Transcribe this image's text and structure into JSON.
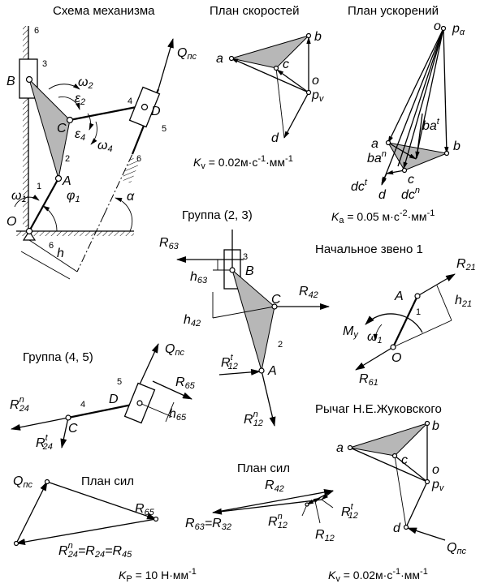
{
  "headings": {
    "mechanism": "Схема механизма",
    "velocity_plan": "План скоростей",
    "acceleration_plan": "План ускорений",
    "group_23": "Группа  (2, 3)",
    "initial_link": "Начальное звено 1",
    "group_45": "Группа (4, 5)",
    "zhukovsky_lever": "Рычаг Н.Е.Жуковского",
    "force_plan_left": "План сил",
    "force_plan_middle": "План сил"
  },
  "mechanism": {
    "labels": {
      "B": "B",
      "C": "C",
      "A": "A",
      "O": "O",
      "D": "D",
      "Q": "Q",
      "Q_sub": "пс",
      "omega2": "ω",
      "omega2_sub": "2",
      "eps2": "ε",
      "eps2_sub": "2",
      "eps4": "ε",
      "eps4_sub": "4",
      "omega4": "ω",
      "omega4_sub": "4",
      "omega1": "ω",
      "omega1_sub": "1",
      "phi1": "φ",
      "phi1_sub": "1",
      "alpha": "α",
      "h": "h"
    },
    "numbers": {
      "n6_top": "6",
      "n3": "3",
      "n2": "2",
      "n1": "1",
      "n4": "4",
      "n5": "5",
      "n6_right": "6",
      "n6_bottom": "6"
    }
  },
  "velocity_plan": {
    "labels": {
      "a": "a",
      "b": "b",
      "c": "c",
      "d": "d",
      "o": "o",
      "p": "p",
      "p_sub": "v"
    },
    "scale": {
      "K": "K",
      "K_sub": "v",
      "eq": " = 0.02м·c",
      "exp": "-1",
      "tail": "·мм",
      "exp2": "-1"
    }
  },
  "acceleration_plan": {
    "labels": {
      "o": "o",
      "p": "p",
      "p_sub": "α",
      "a": "a",
      "b": "b",
      "c": "c",
      "d": "d",
      "ban": "ba",
      "ban_sup": "n",
      "bat": "ba",
      "bat_sup": "t",
      "dct": "dc",
      "dct_sup": "t",
      "dcn": "dc",
      "dcn_sup": "n"
    },
    "scale": {
      "K": "K",
      "K_sub": "a",
      "eq": " = 0.05 м·c",
      "exp": "-2",
      "tail": "·мм",
      "exp2": "-1"
    }
  },
  "group_23": {
    "labels": {
      "R63": "R",
      "R63_sub": "63",
      "h63": "h",
      "h63_sub": "63",
      "B": "B",
      "n3": "3",
      "h42": "h",
      "h42_sub": "42",
      "C": "C",
      "R42": "R",
      "R42_sub": "42",
      "n2": "2",
      "R12t": "R",
      "R12t_sub": "12",
      "R12t_sup": "t",
      "A": "A",
      "R12n": "R",
      "R12n_sub": "12",
      "R12n_sup": "n"
    }
  },
  "initial_link": {
    "labels": {
      "R21": "R",
      "R21_sub": "21",
      "A": "A",
      "h21": "h",
      "h21_sub": "21",
      "n1": "1",
      "M": "M",
      "M_sub": "у",
      "omega": "ω",
      "omega_sub": "1",
      "O": "O",
      "R61": "R",
      "R61_sub": "61"
    }
  },
  "group_45": {
    "labels": {
      "Q": "Q",
      "Q_sub": "пс",
      "n5": "5",
      "R65": "R",
      "R65_sub": "65",
      "R24n": "R",
      "R24n_sub": "24",
      "R24n_sup": "n",
      "n4": "4",
      "D": "D",
      "h65": "h",
      "h65_sub": "65",
      "C": "C",
      "R24t": "R",
      "R24t_sub": "24",
      "R24t_sup": "t"
    }
  },
  "zhukovsky_lever": {
    "labels": {
      "a": "a",
      "b": "b",
      "c": "c",
      "d": "d",
      "o": "o",
      "p": "p",
      "p_sub": "v",
      "Q": "Q",
      "Q_sub": "пс"
    },
    "scale": {
      "K": "K",
      "K_sub": "v",
      "eq": " = 0.02м·c",
      "exp": "-1",
      "tail": "·мм",
      "exp2": "-1"
    }
  },
  "force_plan_left": {
    "labels": {
      "Q": "Q",
      "Q_sub": "пс",
      "R65": "R",
      "R65_sub": "65"
    },
    "equation": {
      "r1": "R",
      "r1_sup": "n",
      "r1_sub": "24",
      "eq1": "=R",
      "r2_sub": "24",
      "eq2": "=R",
      "r3_sub": "45"
    },
    "scale": {
      "K": "K",
      "K_sub": "P",
      "eq": " = 10 Н·мм",
      "exp": "-1"
    }
  },
  "force_plan_middle": {
    "labels": {
      "R42": "R",
      "R42_sub": "42",
      "R12n": "R",
      "R12n_sub": "12",
      "R12n_sup": "n",
      "R12t": "R",
      "R12t_sub": "12",
      "R12t_sup": "t",
      "R12": "R",
      "R12_sub": "12"
    },
    "equation": {
      "r1": "R",
      "r1_sub": "63",
      "eq": "=R",
      "r2_sub": "32"
    }
  }
}
